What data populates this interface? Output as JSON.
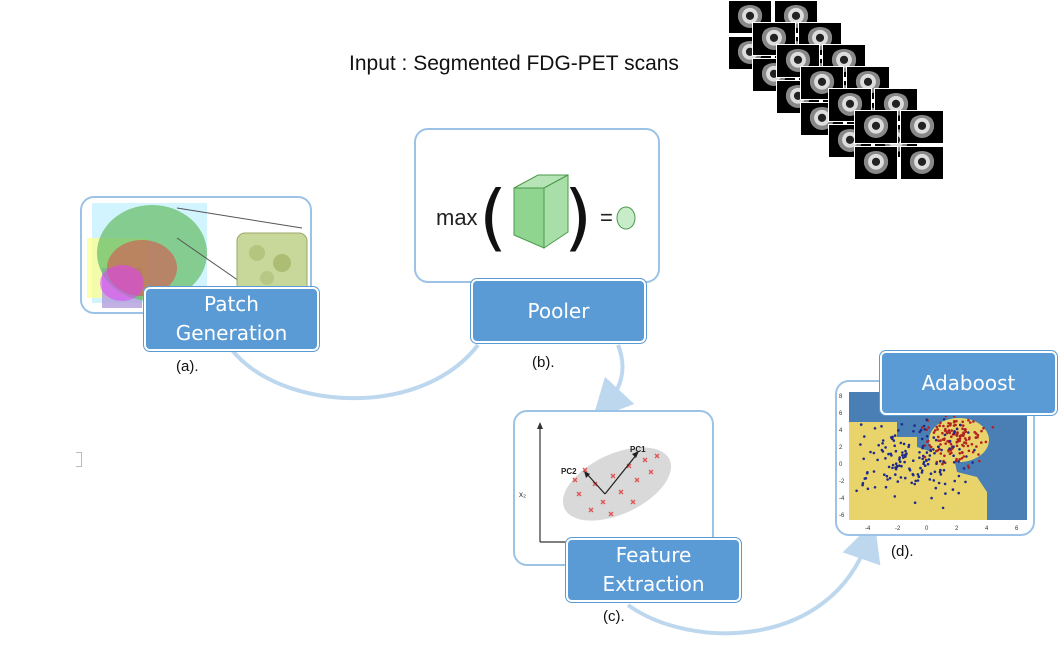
{
  "title": "Input : Segmented FDG-PET scans",
  "stages": [
    {
      "label_line1": "Patch",
      "label_line2": "Generation",
      "caption": "(a)."
    },
    {
      "label": "Pooler",
      "caption": "(b)."
    },
    {
      "label_line1": "Feature",
      "label_line2": "Extraction",
      "caption": "(c)."
    },
    {
      "label": "Adaboost",
      "caption": "(d)."
    }
  ],
  "pooler_figure": {
    "text": "max",
    "equals": "="
  },
  "pca_figure": {
    "pc1": "PC1",
    "pc2": "PC2",
    "y_axis": "x₂"
  },
  "adaboost_axes": {
    "x_ticks": [
      "-4",
      "-2",
      "0",
      "2",
      "4",
      "6"
    ],
    "y_ticks": [
      "8",
      "6",
      "4",
      "2",
      "0",
      "-2",
      "-4",
      "-6"
    ]
  },
  "colors": {
    "box_fill": "#5b9bd5",
    "card_border": "#9cc3e6",
    "arrow": "#bdd7ee"
  }
}
